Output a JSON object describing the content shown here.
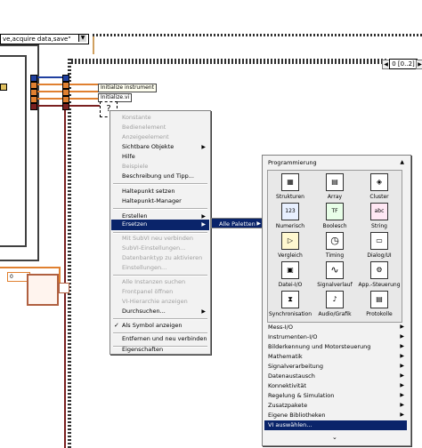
{
  "diagram": {
    "enum_value": "ve,acquire data,save\"",
    "enum_arrow": "▼",
    "case_selector": "0 [0..2]",
    "case_left": "◀",
    "case_right": "▶",
    "subvi_label": "Initialize instrument",
    "subvi_name": "Initialize.vi",
    "subvi_glyph": "?",
    "numeric_const": "0"
  },
  "context_menu": {
    "items": [
      {
        "label": "Konstante",
        "disabled": true
      },
      {
        "label": "Bedienelement",
        "disabled": true
      },
      {
        "label": "Anzeigeelement",
        "disabled": true
      },
      {
        "label": "Sichtbare Objekte",
        "disabled": false,
        "arrow": "▶"
      },
      {
        "label": "Hilfe",
        "disabled": false
      },
      {
        "label": "Beispiele",
        "disabled": true
      },
      {
        "label": "Beschreibung und Tipp...",
        "disabled": false
      },
      {
        "label": "Haltepunkt setzen",
        "disabled": false
      },
      {
        "label": "Haltepunkt-Manager",
        "disabled": false
      },
      {
        "label": "Erstellen",
        "disabled": false,
        "arrow": "▶"
      },
      {
        "label": "Ersetzen",
        "disabled": false,
        "arrow": "▶",
        "selected": true
      },
      {
        "label": "Mit SubVI neu verbinden",
        "disabled": true
      },
      {
        "label": "SubVI-Einstellungen...",
        "disabled": true
      },
      {
        "label": "Datenbanktyp zu aktivieren",
        "disabled": true
      },
      {
        "label": "Einstellungen...",
        "disabled": true
      },
      {
        "label": "Alle Instanzen suchen",
        "disabled": true
      },
      {
        "label": "Frontpanel öffnen",
        "disabled": true
      },
      {
        "label": "VI-Hierarchie anzeigen",
        "disabled": true
      },
      {
        "label": "Durchsuchen...",
        "disabled": false,
        "arrow": "▶"
      },
      {
        "label": "Als Symbol anzeigen",
        "disabled": false,
        "check": "✓"
      },
      {
        "label": "Entfernen und neu verbinden",
        "disabled": false
      },
      {
        "label": "Eigenschaften",
        "disabled": false
      }
    ],
    "submenu": {
      "label": "Alle Paletten",
      "arrow": "▶"
    }
  },
  "palette": {
    "header": "Programmierung",
    "header_arrow": "▲",
    "icons": [
      {
        "label": "Strukturen",
        "icon": "structures-icon",
        "glyph": "▦"
      },
      {
        "label": "Array",
        "icon": "array-icon",
        "glyph": "▤"
      },
      {
        "label": "Cluster",
        "icon": "cluster-icon",
        "glyph": "◈"
      },
      {
        "label": "Numerisch",
        "icon": "numeric-icon",
        "glyph": "123"
      },
      {
        "label": "Boolesch",
        "icon": "boolean-icon",
        "glyph": "TF"
      },
      {
        "label": "String",
        "icon": "string-icon",
        "glyph": "abc"
      },
      {
        "label": "Vergleich",
        "icon": "comparison-icon",
        "glyph": "▷"
      },
      {
        "label": "Timing",
        "icon": "timing-icon",
        "glyph": "◷"
      },
      {
        "label": "Dialog/UI",
        "icon": "dialog-icon",
        "glyph": "▭"
      },
      {
        "label": "Datei-I/O",
        "icon": "file-io-icon",
        "glyph": "▣"
      },
      {
        "label": "Signalverlauf",
        "icon": "waveform-icon",
        "glyph": "∿"
      },
      {
        "label": "App.-Steuerung",
        "icon": "app-control-icon",
        "glyph": "⚙"
      },
      {
        "label": "Synchronisation",
        "icon": "sync-icon",
        "glyph": "⧗"
      },
      {
        "label": "Audio/Grafik",
        "icon": "audio-graphics-icon",
        "glyph": "♪"
      },
      {
        "label": "Protokolle",
        "icon": "reports-icon",
        "glyph": "▤"
      }
    ],
    "categories": [
      {
        "label": "Mess-I/O",
        "arrow": "▶"
      },
      {
        "label": "Instrumenten-I/O",
        "arrow": "▶"
      },
      {
        "label": "Bilderkennung und Motorsteuerung",
        "arrow": "▶"
      },
      {
        "label": "Mathematik",
        "arrow": "▶"
      },
      {
        "label": "Signalverarbeitung",
        "arrow": "▶"
      },
      {
        "label": "Datenaustausch",
        "arrow": "▶"
      },
      {
        "label": "Konnektivität",
        "arrow": "▶"
      },
      {
        "label": "Regelung & Simulation",
        "arrow": "▶"
      },
      {
        "label": "Zusatzpakete",
        "arrow": "▶"
      },
      {
        "label": "Eigene Bibliotheken",
        "arrow": "▶"
      },
      {
        "label": "VI auswählen...",
        "arrow": "",
        "selected": true
      }
    ],
    "more": "⌄"
  },
  "colors": {
    "selection": "#0a246a",
    "menu_bg": "#f2f2f2",
    "wire_orange": "#e08030",
    "wire_maroon": "#7a2020",
    "wire_blue": "#2040a0"
  }
}
